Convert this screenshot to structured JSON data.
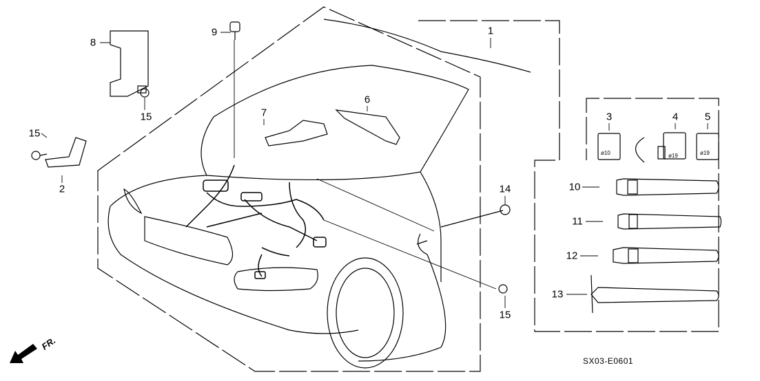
{
  "diagram_code": "SX03-E0601",
  "direction_marker": "FR.",
  "callouts": [
    "1",
    "2",
    "3",
    "4",
    "5",
    "6",
    "7",
    "8",
    "9",
    "10",
    "11",
    "12",
    "13",
    "14",
    "15",
    "15",
    "15"
  ],
  "connector_markings": [
    "ø10",
    "ø19",
    "ø19"
  ]
}
